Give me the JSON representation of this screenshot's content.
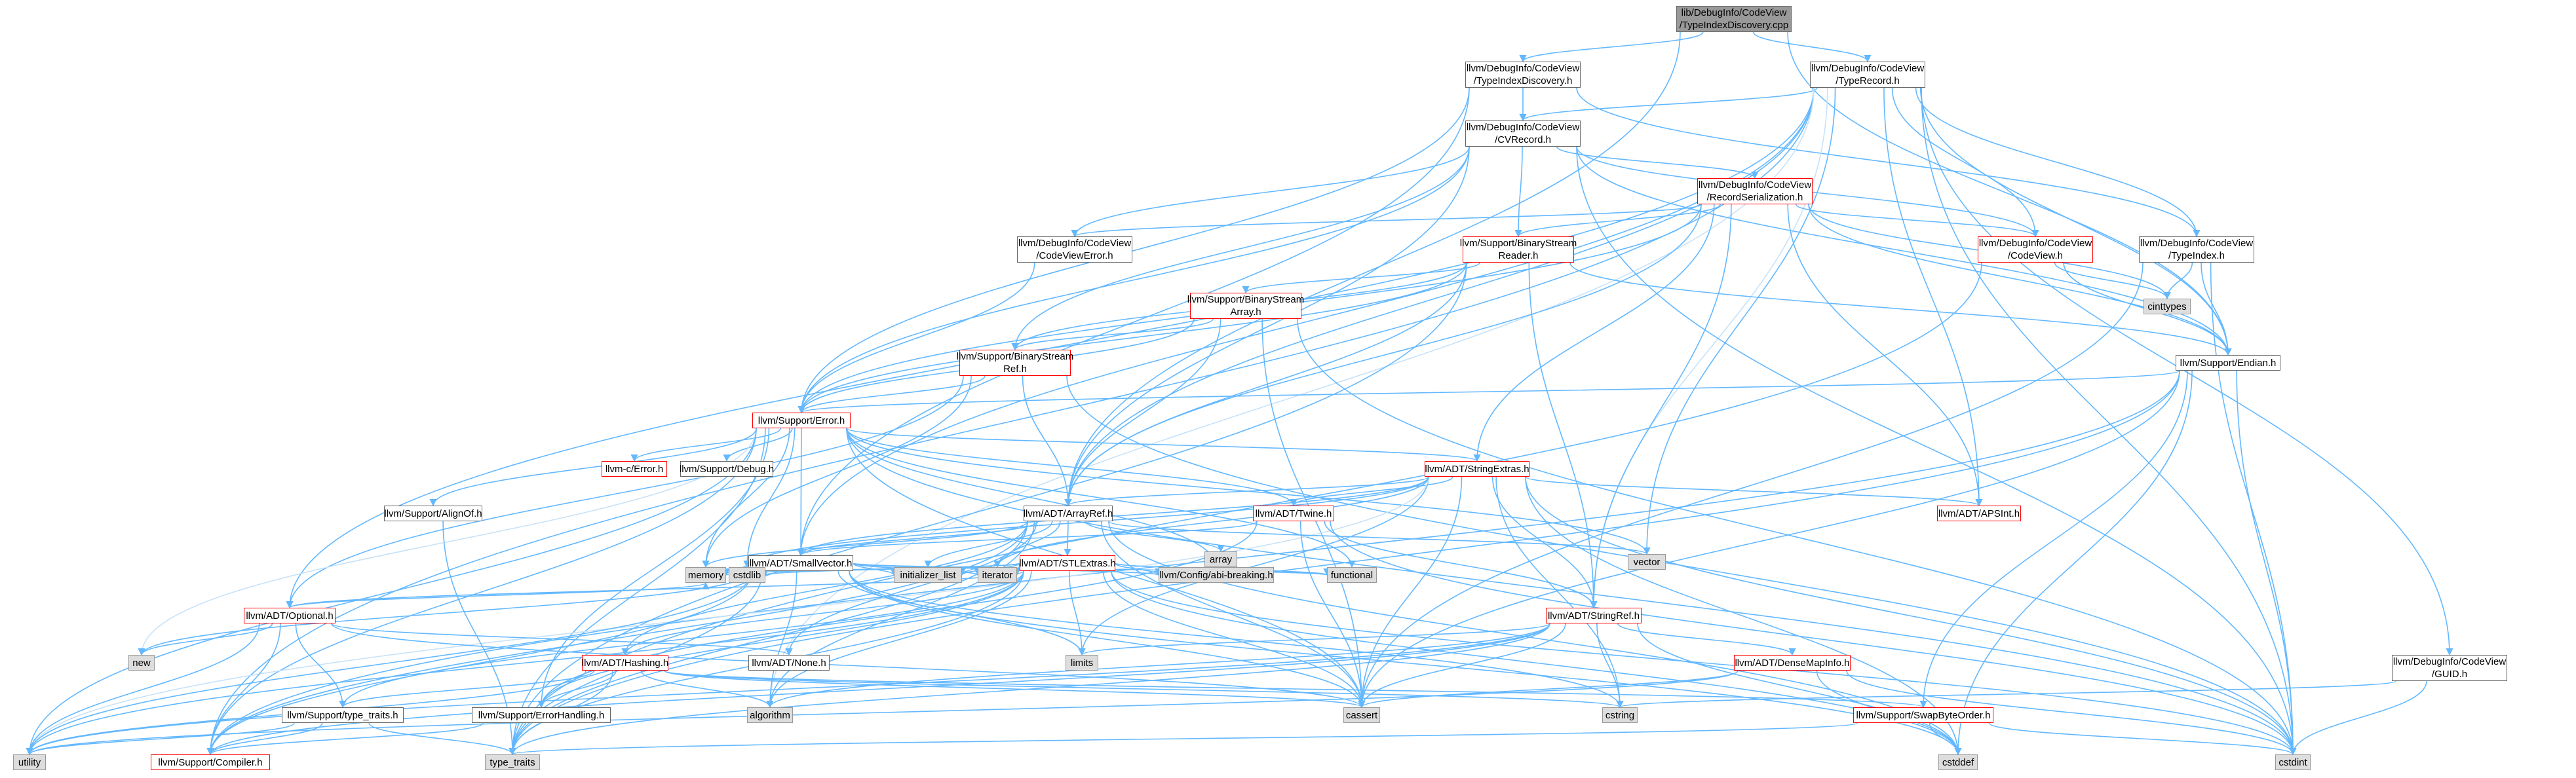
{
  "colors": {
    "edge": "#63b8ff",
    "ghost_edge": "#c8e2f8",
    "red_border": "#ff0000",
    "gray_fill": "#dddddd",
    "root_fill": "#999999"
  },
  "nodes": {
    "root": [
      "lib/DebugInfo/CodeView",
      "/TypeIndexDiscovery.cpp"
    ],
    "typeindexdiscovery": [
      "llvm/DebugInfo/CodeView",
      "/TypeIndexDiscovery.h"
    ],
    "typerecord": [
      "llvm/DebugInfo/CodeView",
      "/TypeRecord.h"
    ],
    "cvrecord": [
      "llvm/DebugInfo/CodeView",
      "/CVRecord.h"
    ],
    "recordserialization": [
      "llvm/DebugInfo/CodeView",
      "/RecordSerialization.h"
    ],
    "codeviewerror": [
      "llvm/DebugInfo/CodeView",
      "/CodeViewError.h"
    ],
    "binarystreamreader": [
      "llvm/Support/BinaryStream",
      "Reader.h"
    ],
    "codeview": [
      "llvm/DebugInfo/CodeView",
      "/CodeView.h"
    ],
    "typeindex": [
      "llvm/DebugInfo/CodeView",
      "/TypeIndex.h"
    ],
    "cinttypes": [
      "cinttypes"
    ],
    "binarystreamarray": [
      "llvm/Support/BinaryStream",
      "Array.h"
    ],
    "binarystreamref": [
      "llvm/Support/BinaryStream",
      "Ref.h"
    ],
    "endian": [
      "llvm/Support/Endian.h"
    ],
    "error": [
      "llvm/Support/Error.h"
    ],
    "cerror": [
      "llvm-c/Error.h"
    ],
    "debug": [
      "llvm/Support/Debug.h"
    ],
    "stringextras": [
      "llvm/ADT/StringExtras.h"
    ],
    "alignof": [
      "llvm/Support/AlignOf.h"
    ],
    "arrayref": [
      "llvm/ADT/ArrayRef.h"
    ],
    "twine": [
      "llvm/ADT/Twine.h"
    ],
    "apsint": [
      "llvm/ADT/APSInt.h"
    ],
    "array": [
      "array"
    ],
    "vector": [
      "vector"
    ],
    "smallvector": [
      "llvm/ADT/SmallVector.h"
    ],
    "stlextras": [
      "llvm/ADT/STLExtras.h"
    ],
    "memory": [
      "memory"
    ],
    "cstdlib": [
      "cstdlib"
    ],
    "initializer_list": [
      "initializer_list"
    ],
    "iterator": [
      "iterator"
    ],
    "abibreaking": [
      "llvm/Config/abi-breaking.h"
    ],
    "functional": [
      "functional"
    ],
    "optional": [
      "llvm/ADT/Optional.h"
    ],
    "stringref": [
      "llvm/ADT/StringRef.h"
    ],
    "new": [
      "new"
    ],
    "hashing": [
      "llvm/ADT/Hashing.h"
    ],
    "none": [
      "llvm/ADT/None.h"
    ],
    "limits": [
      "limits"
    ],
    "densemapinfo": [
      "llvm/ADT/DenseMapInfo.h"
    ],
    "guid": [
      "llvm/DebugInfo/CodeView",
      "/GUID.h"
    ],
    "algorithm": [
      "algorithm"
    ],
    "cassert": [
      "cassert"
    ],
    "cstring": [
      "cstring"
    ],
    "typetraits": [
      "llvm/Support/type_traits.h"
    ],
    "errorhandling": [
      "llvm/Support/ErrorHandling.h"
    ],
    "swapbyteorder": [
      "llvm/Support/SwapByteOrder.h"
    ],
    "utility": [
      "utility"
    ],
    "compiler": [
      "llvm/Support/Compiler.h"
    ],
    "type_traits": [
      "type_traits"
    ],
    "cstddef": [
      "cstddef"
    ],
    "cstdint": [
      "cstdint"
    ]
  }
}
